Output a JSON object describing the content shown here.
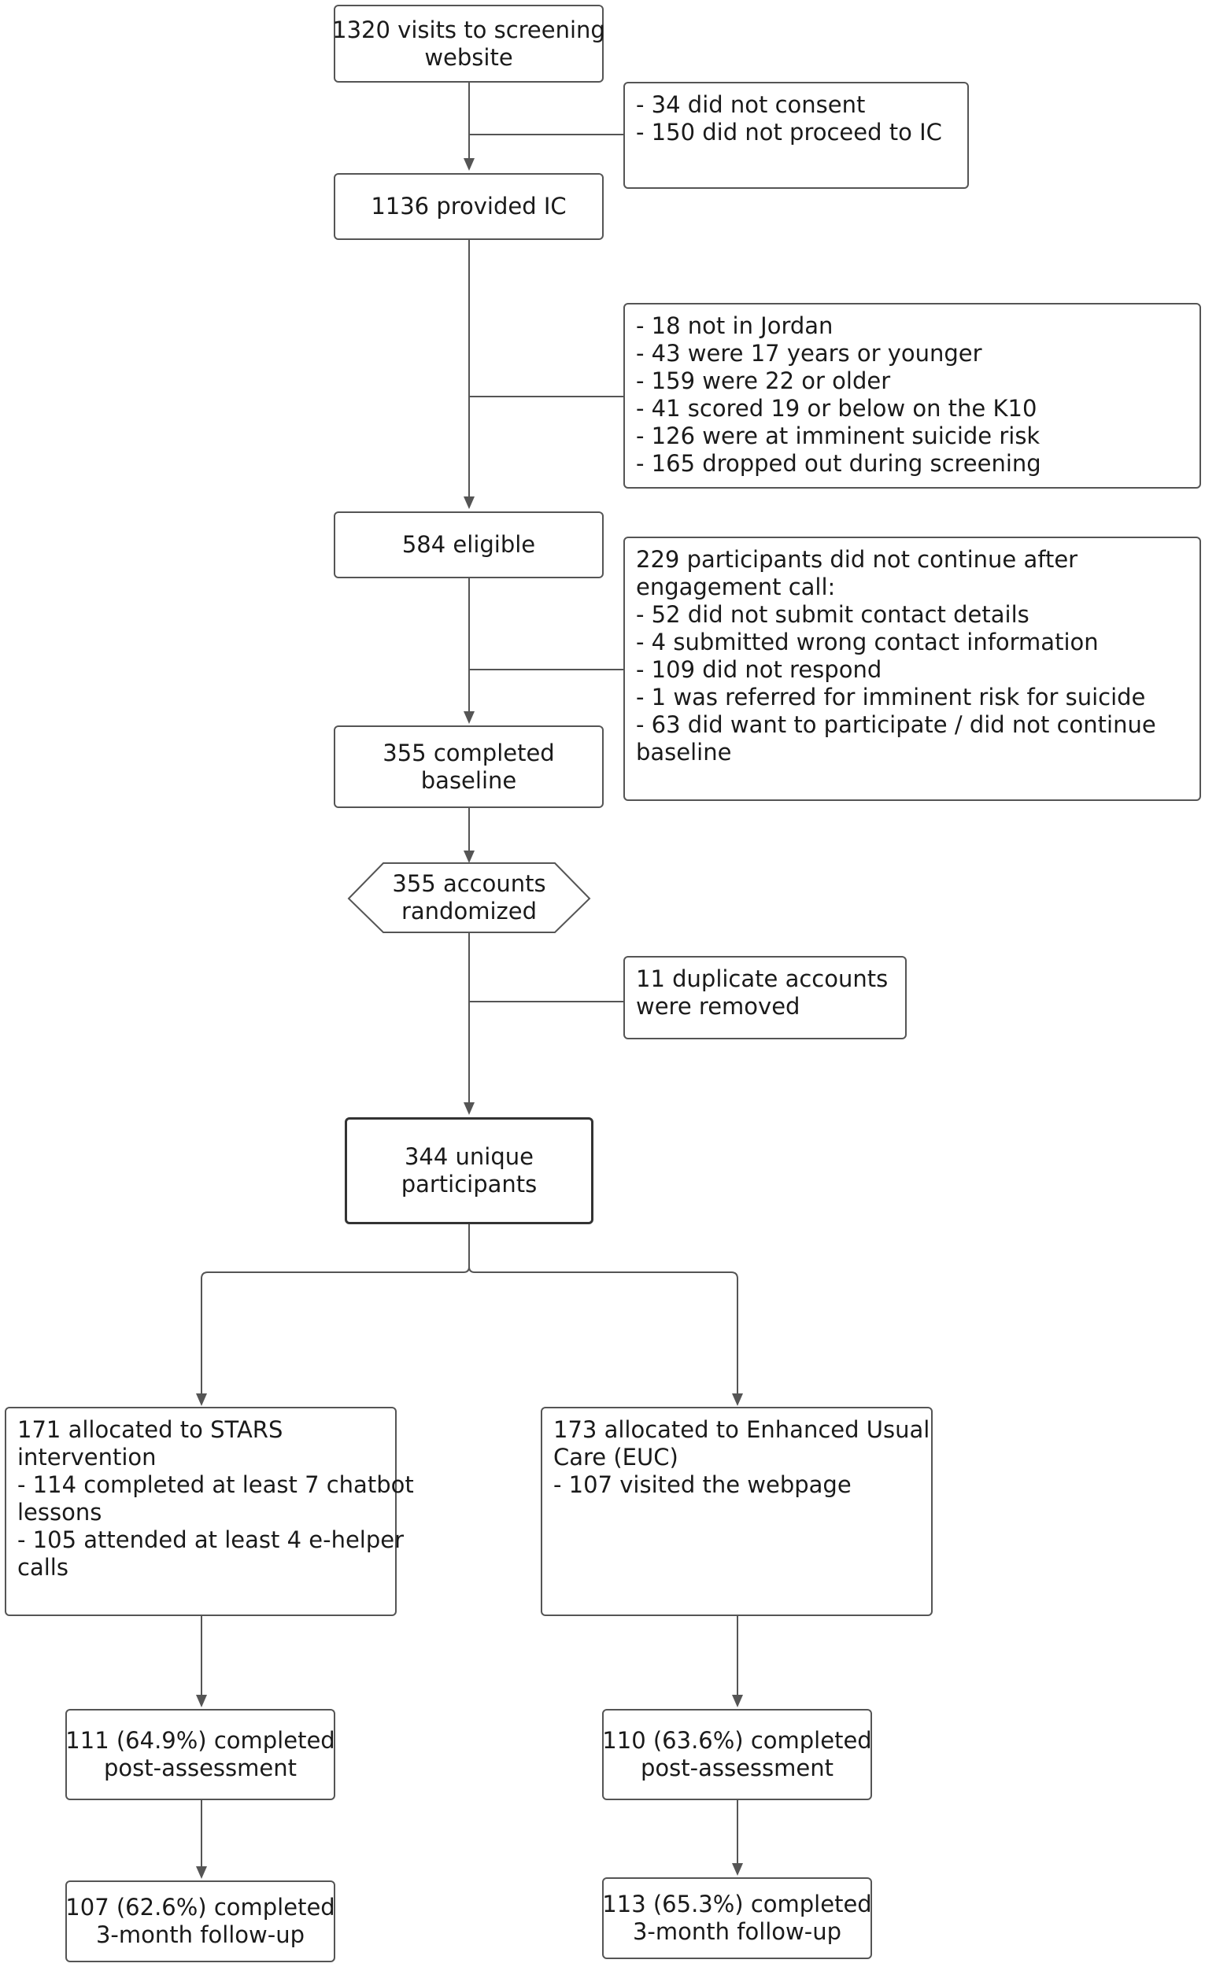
{
  "boxes": {
    "visits": [
      "1320 visits to screening",
      "website"
    ],
    "consent_excl": [
      "- 34 did not consent",
      "- 150 did not proceed to IC"
    ],
    "provided_ic": [
      "1136 provided IC"
    ],
    "screen_excl": [
      "- 18 not in Jordan",
      "- 43 were 17 years or younger",
      "- 159 were 22 or older",
      "- 41 scored 19 or below on the K10",
      "- 126 were at imminent suicide risk",
      "- 165 dropped out during screening"
    ],
    "eligible": [
      "584 eligible"
    ],
    "engagement_excl": [
      "229 participants did not continue after",
      "engagement call:",
      "- 52 did not submit contact details",
      "- 4 submitted wrong contact information",
      "- 109 did not respond",
      "- 1 was referred for imminent risk for suicide",
      "- 63 did want to participate / did not continue",
      "baseline"
    ],
    "baseline": [
      "355 completed",
      "baseline"
    ],
    "randomized": [
      "355 accounts",
      "randomized"
    ],
    "duplicates": [
      "11 duplicate accounts",
      "were removed"
    ],
    "unique": [
      "344 unique",
      "participants"
    ],
    "stars": [
      "171 allocated to STARS",
      "intervention",
      "- 114 completed at least 7 chatbot",
      "lessons",
      "- 105 attended at least 4 e-helper",
      "calls"
    ],
    "euc": [
      "173 allocated to Enhanced Usual",
      "Care (EUC)",
      "- 107 visited the webpage"
    ],
    "stars_post": [
      "111 (64.9%) completed",
      "post-assessment"
    ],
    "euc_post": [
      "110 (63.6%) completed",
      "post-assessment"
    ],
    "stars_fu": [
      "107 (62.6%) completed",
      "3-month follow-up"
    ],
    "euc_fu": [
      "113 (65.3%) completed",
      "3-month follow-up"
    ]
  }
}
